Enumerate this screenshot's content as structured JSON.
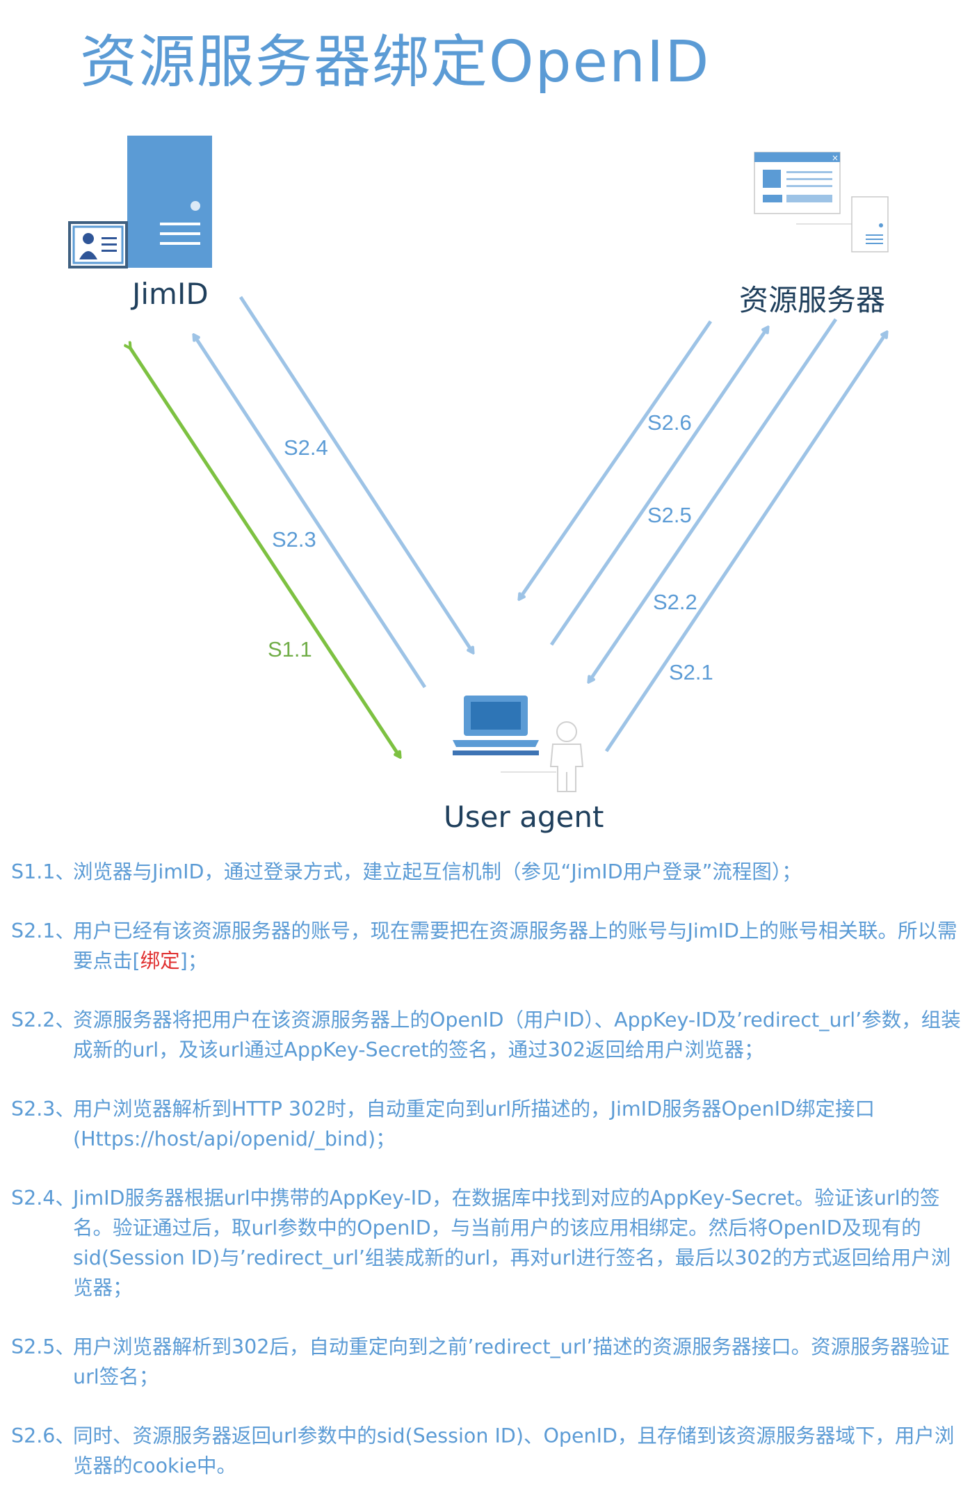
{
  "title": "资源服务器绑定OpenID",
  "nodes": {
    "jimid": "JimID",
    "resource_server": "资源服务器",
    "user_agent": "User agent"
  },
  "arrow_labels": {
    "s1_1": "S1.1",
    "s2_1": "S2.1",
    "s2_2": "S2.2",
    "s2_3": "S2.3",
    "s2_4": "S2.4",
    "s2_5": "S2.5",
    "s2_6": "S2.6"
  },
  "colors": {
    "title": "#5b9bd5",
    "blue_arrow": "#9dc3e6",
    "green_arrow": "#7dc141",
    "green_label": "#70ad47",
    "icon_blue": "#5b9bd5",
    "highlight_red": "#e03030"
  },
  "steps": [
    {
      "code": "S1.1、",
      "text": "浏览器与JimID，通过登录方式，建立起互信机制（参见“JimID用户登录”流程图）；"
    },
    {
      "code": "S2.1、",
      "text_before": "用户已经有该资源服务器的账号，现在需要把在资源服务器上的账号与JimID上的账号相关联。所以需要点击[",
      "highlight": "绑定",
      "text_after": "]；"
    },
    {
      "code": "S2.2、",
      "text": "资源服务器将把用户在该资源服务器上的OpenID（用户ID）、AppKey-ID及’redirect_url’参数，组装成新的url，及该url通过AppKey-Secret的签名，通过302返回给用户浏览器；"
    },
    {
      "code": "S2.3、",
      "text": "用户浏览器解析到HTTP 302时，自动重定向到url所描述的，JimID服务器OpenID绑定接口(Https://host/api/openid/_bind)；"
    },
    {
      "code": "S2.4、",
      "text": "JimID服务器根据url中携带的AppKey-ID，在数据库中找到对应的AppKey-Secret。验证该url的签名。验证通过后，取url参数中的OpenID，与当前用户的该应用相绑定。然后将OpenID及现有的sid(Session ID)与’redirect_url’组装成新的url，再对url进行签名，最后以302的方式返回给用户浏览器；"
    },
    {
      "code": "S2.5、",
      "text": "用户浏览器解析到302后，自动重定向到之前’redirect_url’描述的资源服务器接口。资源服务器验证url签名；"
    },
    {
      "code": "S2.6、",
      "text": "同时、资源服务器返回url参数中的sid(Session ID)、OpenID，且存储到该资源服务器域下，用户浏览器的cookie中。"
    }
  ]
}
